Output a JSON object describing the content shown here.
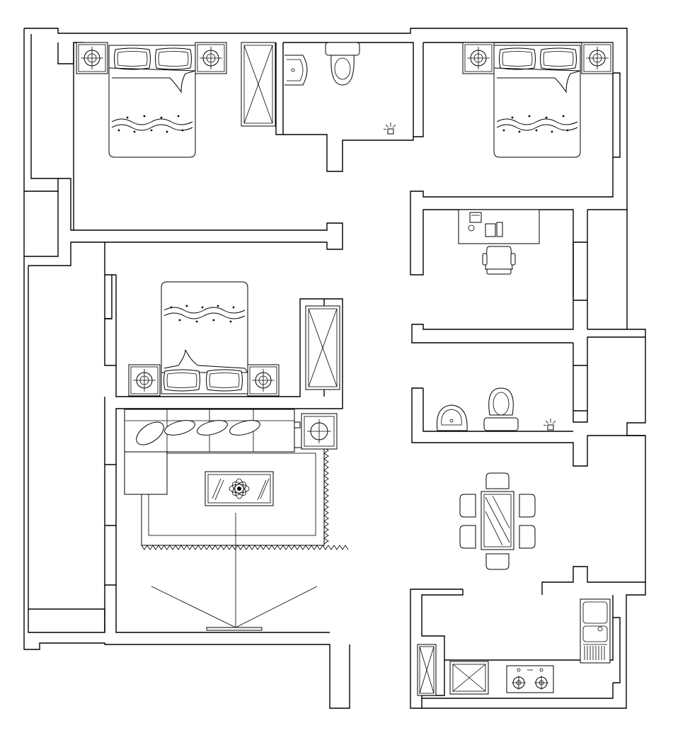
{
  "plan": {
    "background": "#ffffff",
    "line_color": "#000000",
    "rooms": [
      {
        "id": "bedroom-north-west",
        "furniture": [
          "double-bed-icon",
          "nightstand-icon",
          "nightstand-icon",
          "wardrobe-icon"
        ]
      },
      {
        "id": "bathroom-north",
        "furniture": [
          "sink-icon",
          "toilet-icon",
          "floor-drain-icon"
        ]
      },
      {
        "id": "bedroom-north-east",
        "furniture": [
          "double-bed-icon",
          "nightstand-icon",
          "nightstand-icon"
        ]
      },
      {
        "id": "study",
        "furniture": [
          "desk-icon",
          "phone-icon",
          "chair-icon"
        ]
      },
      {
        "id": "bedroom-middle",
        "furniture": [
          "double-bed-icon",
          "nightstand-icon",
          "nightstand-icon",
          "wardrobe-icon"
        ]
      },
      {
        "id": "bathroom-middle",
        "furniture": [
          "sink-icon",
          "toilet-icon",
          "floor-drain-icon"
        ]
      },
      {
        "id": "living-room",
        "furniture": [
          "sofa-icon",
          "coffee-table-icon",
          "rug-icon",
          "side-table-icon",
          "tv-icon"
        ]
      },
      {
        "id": "dining-room",
        "furniture": [
          "dining-table-icon",
          "chair-icon"
        ]
      },
      {
        "id": "kitchen",
        "furniture": [
          "kitchen-sink-icon",
          "stove-icon",
          "cabinet-icon"
        ]
      }
    ]
  }
}
